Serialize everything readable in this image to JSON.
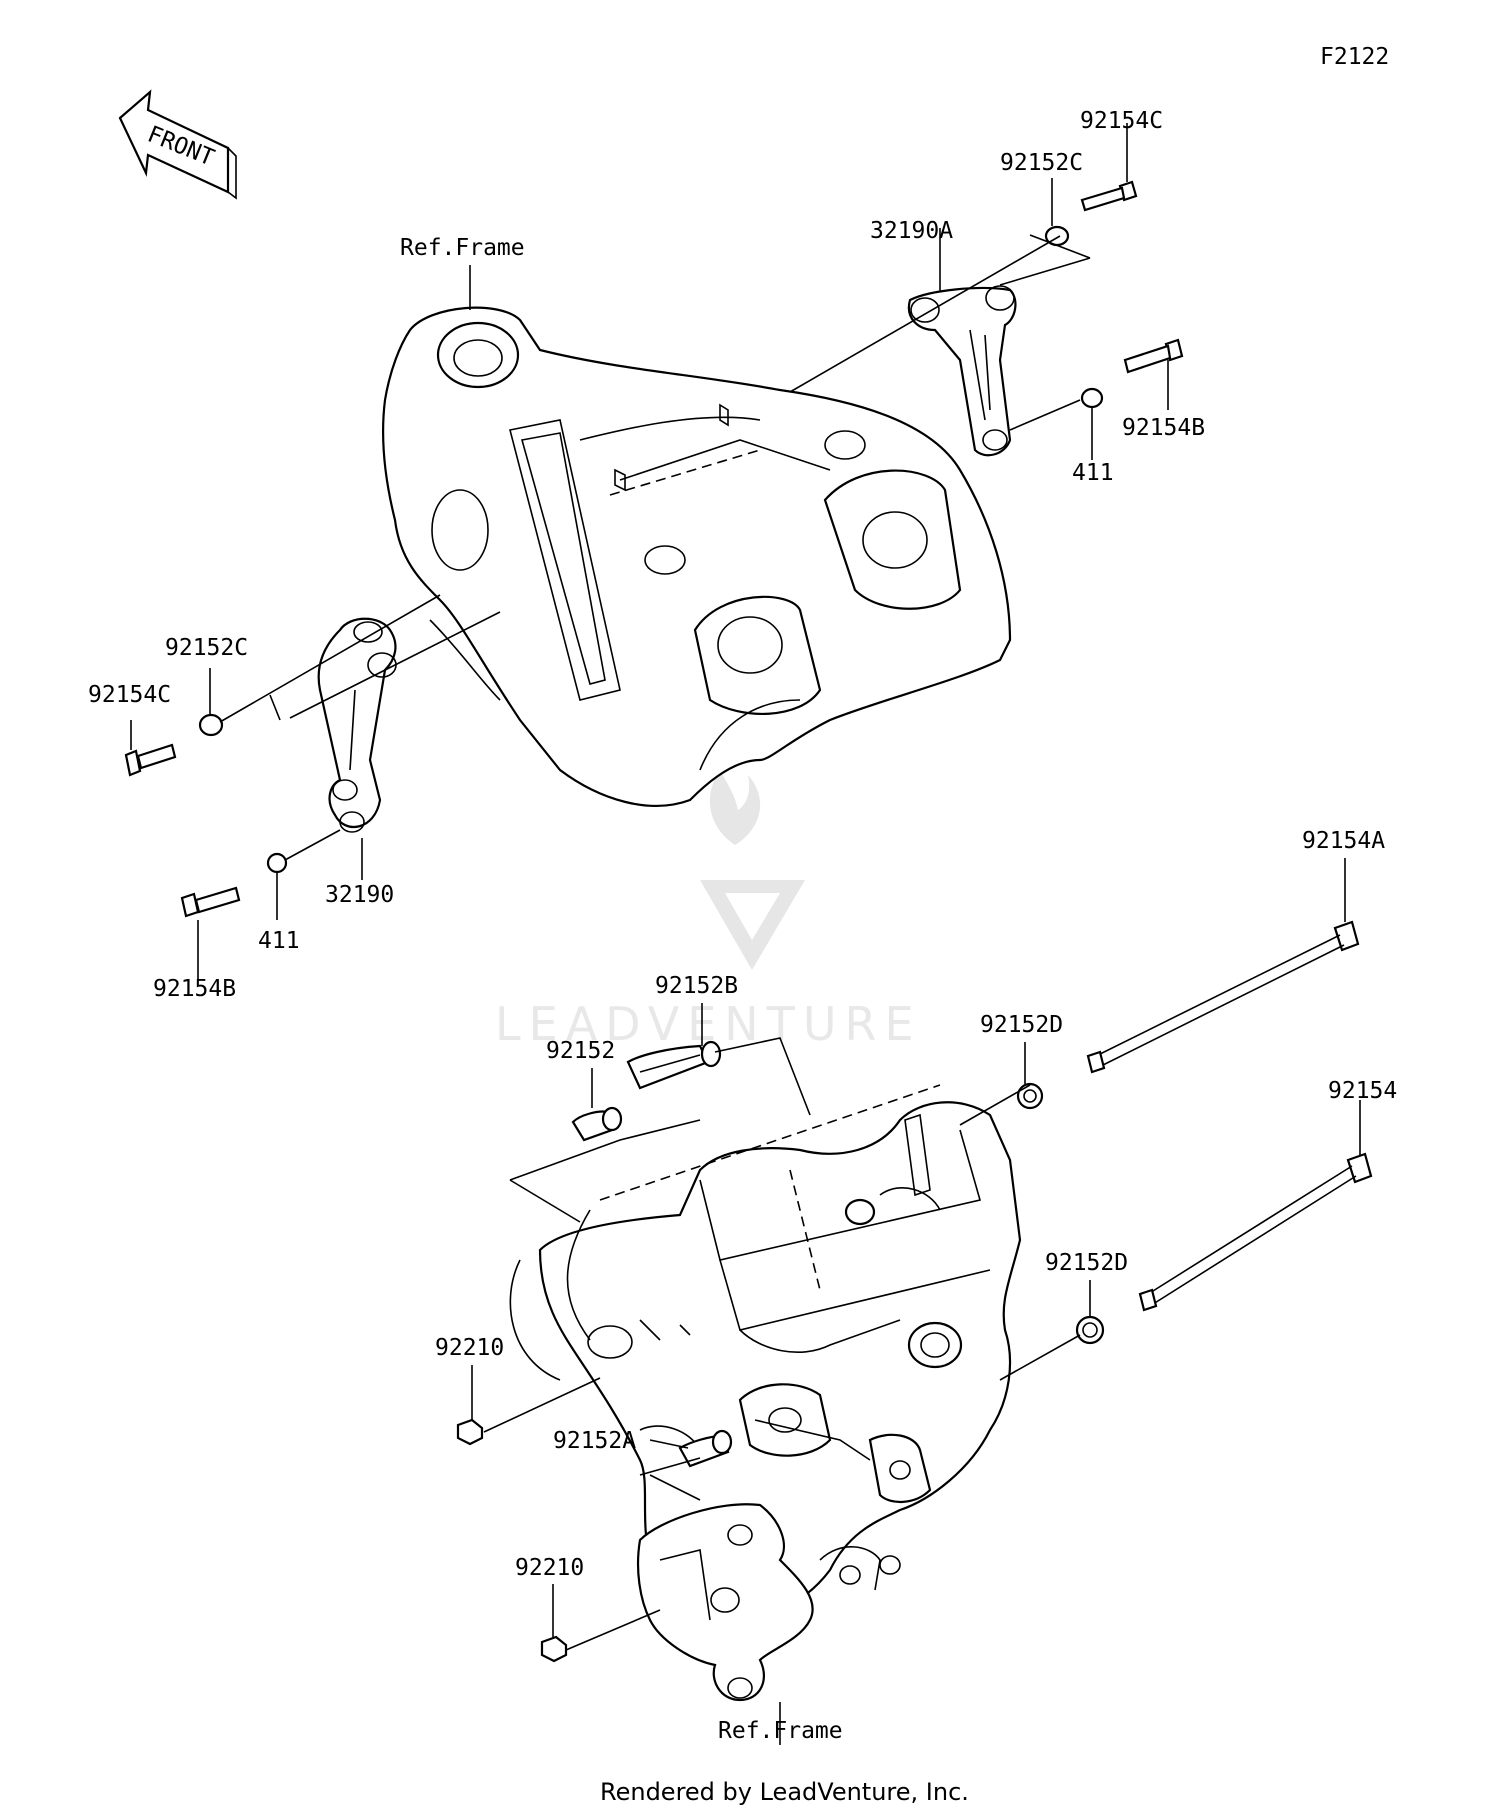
{
  "figure_id": "F2122",
  "front_arrow": {
    "text": "FRONT",
    "icon": "front-arrow-icon"
  },
  "labels": {
    "ref_frame_top": "Ref.Frame",
    "ref_frame_bottom": "Ref.Frame",
    "p_92154C_top": "92154C",
    "p_92152C_top": "92152C",
    "p_32190A": "32190A",
    "p_92154B_top": "92154B",
    "p_411_top": "411",
    "p_92152C_left": "92152C",
    "p_92154C_left": "92154C",
    "p_32190": "32190",
    "p_411_left": "411",
    "p_92154B_left": "92154B",
    "p_92154A": "92154A",
    "p_92152B": "92152B",
    "p_92152D_top": "92152D",
    "p_92152": "92152",
    "p_92154": "92154",
    "p_92152D_mid": "92152D",
    "p_92210_mid": "92210",
    "p_92152A": "92152A",
    "p_92210_bottom": "92210"
  },
  "watermark": {
    "text": "LEADVENTURE"
  },
  "footer": {
    "text": "Rendered by LeadVenture, Inc."
  }
}
